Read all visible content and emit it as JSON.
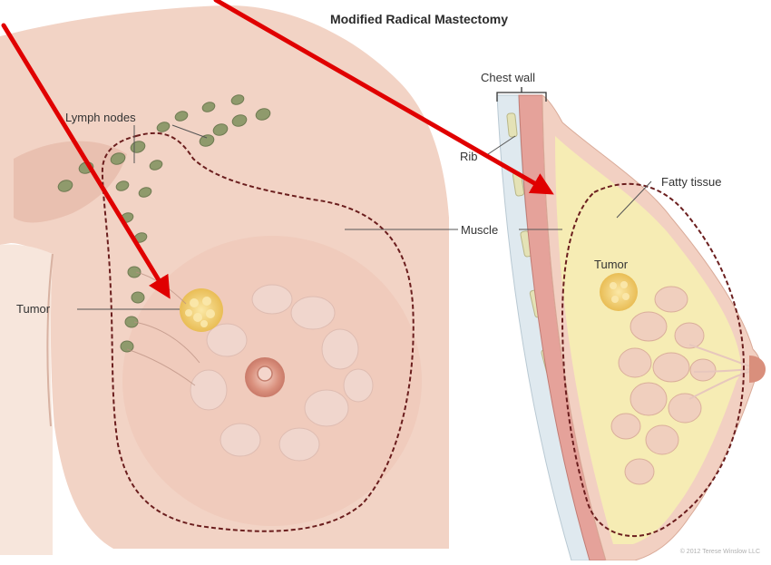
{
  "title": "Modified Radical Mastectomy",
  "front_view": {
    "labels": {
      "lymph_nodes": "Lymph nodes",
      "tumor": "Tumor"
    }
  },
  "side_view": {
    "labels": {
      "chest_wall": "Chest wall",
      "rib": "Rib",
      "muscle": "Muscle",
      "fatty_tissue": "Fatty tissue",
      "tumor": "Tumor"
    }
  },
  "copyright": "© 2012 Terese Winslow LLC",
  "colors": {
    "skin": "#f2d3c5",
    "fatty_tissue": "#f6ecb4",
    "muscle": "#e5a29a",
    "lymph_node": "#8f9a6c",
    "tumor": "#f3d277",
    "annotation_arrow": "#e00000",
    "dashed_outline": "#6b1e1e"
  },
  "annotation_arrows": 2
}
